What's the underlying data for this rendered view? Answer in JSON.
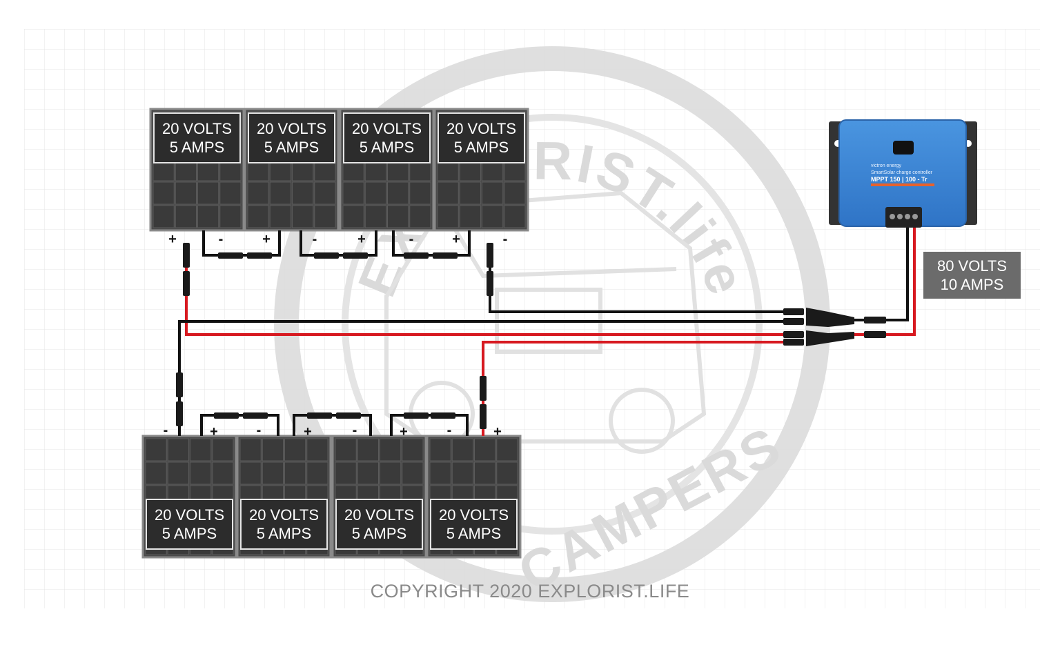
{
  "watermark": {
    "ring_text_top": "EXPLORIST.life",
    "ring_text_bottom": "CAMPERS"
  },
  "panels_top": [
    {
      "volts": "20 VOLTS",
      "amps": "5 AMPS",
      "neg": "-",
      "pos": "+"
    },
    {
      "volts": "20 VOLTS",
      "amps": "5 AMPS",
      "neg": "-",
      "pos": "+"
    },
    {
      "volts": "20 VOLTS",
      "amps": "5 AMPS",
      "neg": "-",
      "pos": "+"
    },
    {
      "volts": "20 VOLTS",
      "amps": "5 AMPS",
      "neg": "-",
      "pos": "+"
    }
  ],
  "panels_bottom": [
    {
      "volts": "20 VOLTS",
      "amps": "5 AMPS",
      "neg": "-",
      "pos": "+"
    },
    {
      "volts": "20 VOLTS",
      "amps": "5 AMPS",
      "neg": "-",
      "pos": "+"
    },
    {
      "volts": "20 VOLTS",
      "amps": "5 AMPS",
      "neg": "-",
      "pos": "+"
    },
    {
      "volts": "20 VOLTS",
      "amps": "5 AMPS",
      "neg": "-",
      "pos": "+"
    }
  ],
  "charge_controller": {
    "brand": "victron energy",
    "subtitle": "SmartSolar charge controller",
    "model": "MPPT 150 | 100 - Tr",
    "color": "#3f87d6"
  },
  "total_output": {
    "volts": "80 VOLTS",
    "amps": "10 AMPS"
  },
  "wire_colors": {
    "positive": "#d71920",
    "negative": "#111111"
  },
  "copyright": "COPYRIGHT 2020 EXPLORIST.LIFE"
}
